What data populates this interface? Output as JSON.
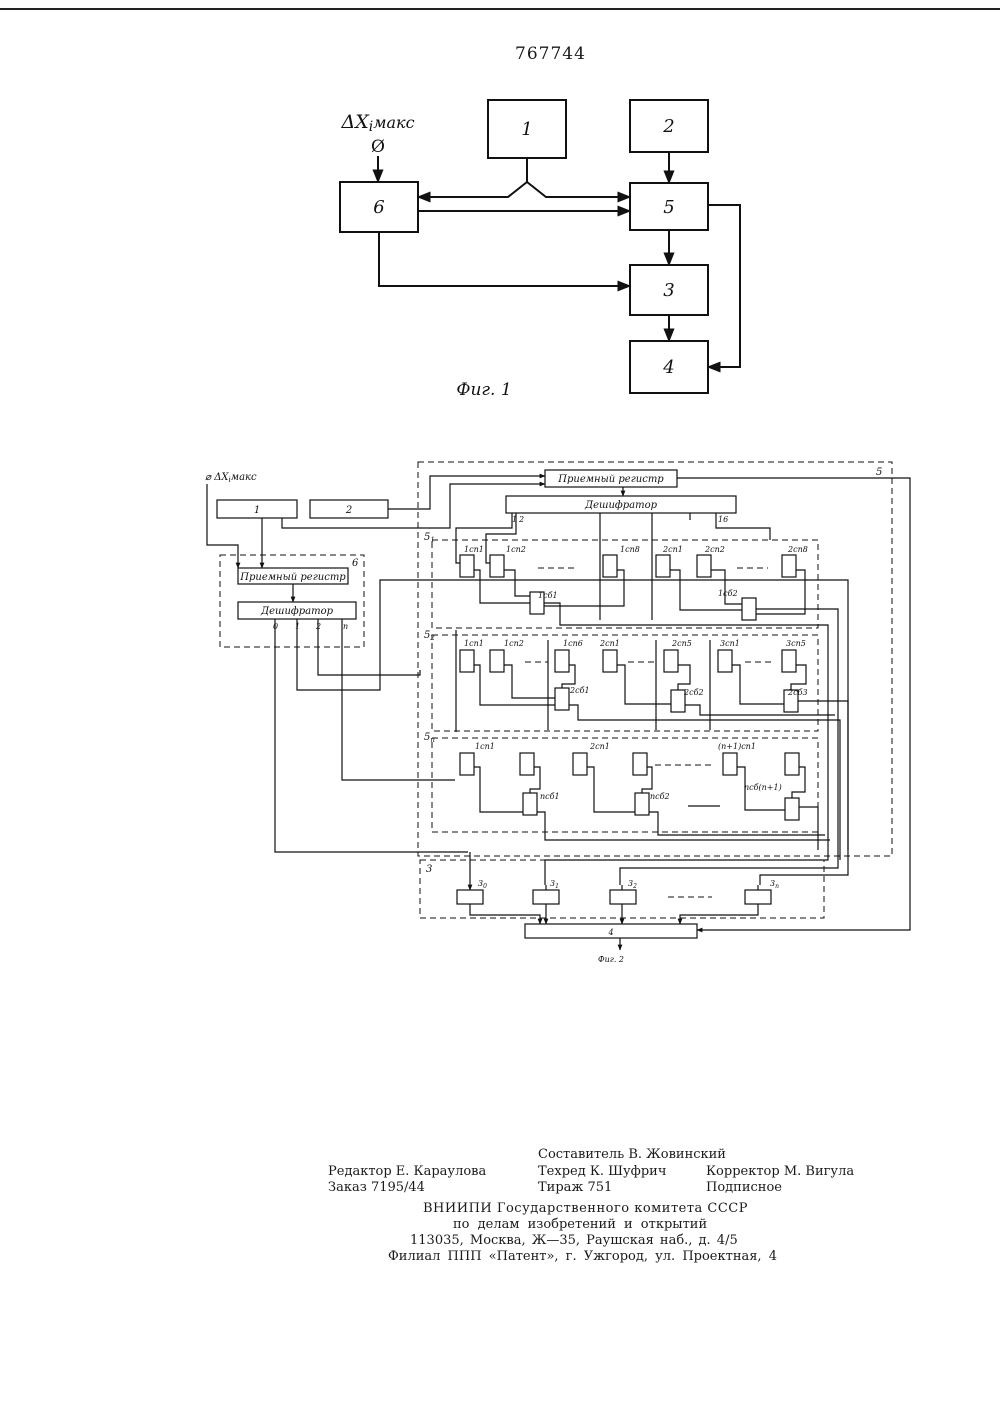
{
  "patent_number": "767744",
  "fig1": {
    "input_label": "ΔX",
    "input_label_sub": "i",
    "input_label_suffix": "макс",
    "input_symbol": "Ø",
    "blocks": [
      "1",
      "2",
      "3",
      "4",
      "5",
      "6"
    ],
    "caption": "Фиг. 1"
  },
  "fig2": {
    "input_label": "ΔX",
    "input_label_sub": "i",
    "input_label_suffix": "макс",
    "block1": "1",
    "block2": "2",
    "group5_label": "5",
    "group6_label": "6",
    "group3_label": "3",
    "register_label": "Приемный регистр",
    "decoder_label": "Дешифратор",
    "decoder5_outputs": [
      "1",
      "2",
      "16"
    ],
    "decoder6_outputs": [
      "0",
      "1",
      "2",
      "n"
    ],
    "sub1_label": "5",
    "sub1_sub": "1",
    "sub2_label": "5",
    "sub2_sub": "2",
    "subn_label": "5",
    "subn_sub": "n",
    "row1_counters": [
      "1сп1",
      "1сп2",
      "1сп8",
      "2сп1",
      "2сп2",
      "2сп8"
    ],
    "row1_sum": [
      "1сб1",
      "1сб2"
    ],
    "row2_counters": [
      "1сп1",
      "1сп2",
      "1сп6",
      "2сп1",
      "2сп5",
      "3сп1",
      "3сп5"
    ],
    "row2_sum": [
      "2сб1",
      "2сб2",
      "2сб3"
    ],
    "rown_counters": [
      "1сп1",
      "2сп1",
      "(n+1)сп1"
    ],
    "rown_sum": [
      "nсб1",
      "nсб2",
      "nсб(n+1)"
    ],
    "elements3": [
      "3",
      "3",
      "3",
      "3"
    ],
    "elements3_sub": [
      "0",
      "1",
      "2",
      "n"
    ],
    "block4": "4",
    "caption": "Фиг. 2"
  },
  "footer": {
    "composer": "Составитель В. Жовинский",
    "editor": "Редактор Е. Караулова",
    "techred": "Техред К. Шуфрич",
    "corrector": "Корректор М. Вигула",
    "order": "Заказ 7195/44",
    "circulation": "Тираж 751",
    "subscription": "Подписное",
    "org1": "ВНИИПИ Государственного комитета СССР",
    "org2": "по делам изобретений и открытий",
    "address": "113035, Москва, Ж—35, Раушская наб., д. 4/5",
    "branch": "Филиал ППП «Патент», г. Ужгород, ул. Проектная, 4"
  }
}
